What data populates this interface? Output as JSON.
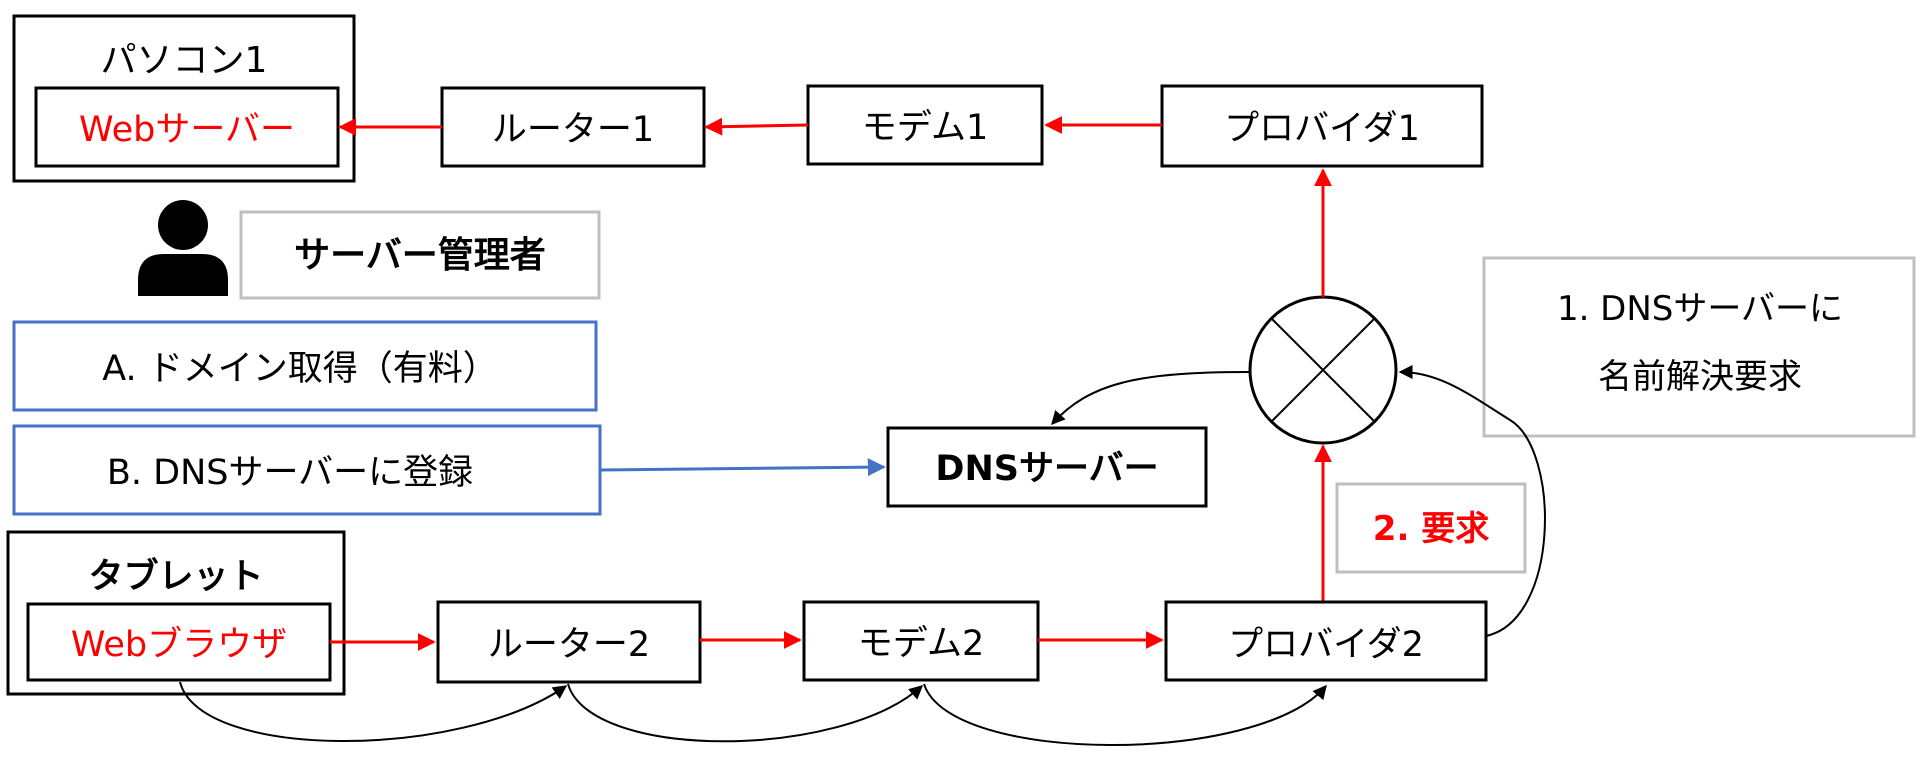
{
  "colors": {
    "red": "#ff0000",
    "blue": "#4472c4",
    "gray": "#bfbfbf",
    "black": "#000000"
  },
  "pc1": {
    "title": "パソコン1",
    "web_server": "Webサーバー"
  },
  "top_row": {
    "router1": "ルーター1",
    "modem1": "モデム1",
    "provider1": "プロバイダ1"
  },
  "admin": {
    "icon": "person-icon",
    "label": "サーバー管理者"
  },
  "steps": {
    "a": "A. ドメイン取得（有料）",
    "b": "B. DNSサーバーに登録"
  },
  "dns_server": "DNSサーバー",
  "request_note": {
    "line1": "1. DNSサーバーに",
    "line2": "名前解決要求"
  },
  "request2": "2. 要求",
  "tablet": {
    "title": "タブレット",
    "browser": "Webブラウザ"
  },
  "bottom_row": {
    "router2": "ルーター2",
    "modem2": "モデム2",
    "provider2": "プロバイダ2"
  },
  "junction_icon": "crossed-circle-icon"
}
